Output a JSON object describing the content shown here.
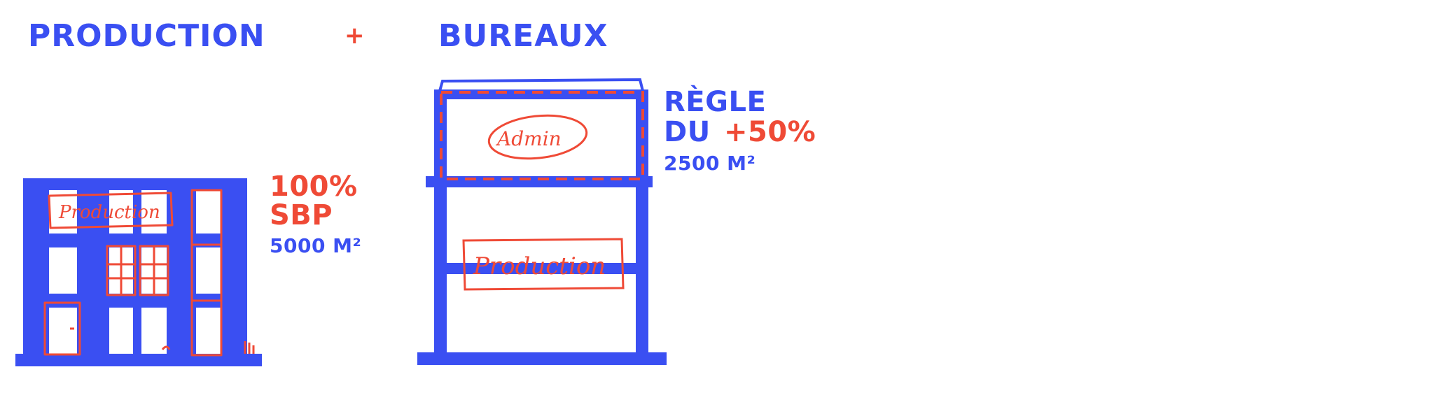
{
  "headings": {
    "left": "PRODUCTION",
    "plus": "+",
    "right": "BUREAUX"
  },
  "left_building": {
    "percent": "100%",
    "label": "SBP",
    "area": "5000 M²",
    "sign": "Production"
  },
  "right_building": {
    "rule_line1": "RÈGLE",
    "rule_line2": "DU",
    "percent": "+50%",
    "area": "2500 M²",
    "upper_sign": "Admin",
    "lower_sign": "Production"
  },
  "colors": {
    "blue": "#3a4ff2",
    "red": "#ef4a36"
  }
}
